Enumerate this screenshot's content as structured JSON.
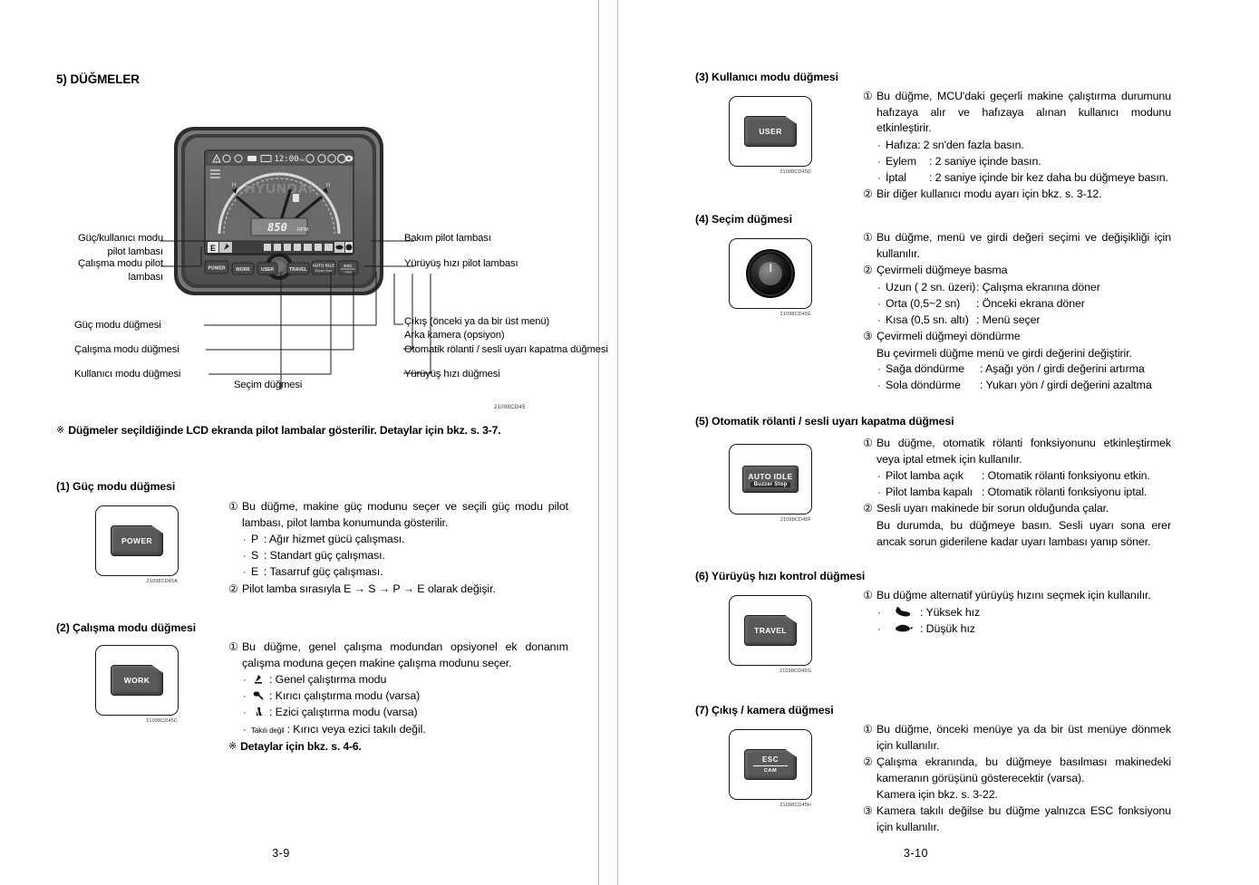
{
  "document": {
    "type": "operator-manual-spread",
    "language": "Turkish"
  },
  "left_page": {
    "page_number": "3-9",
    "section_title": "5) DÜĞMELER",
    "figure": {
      "code": "21098CD45",
      "monitor": {
        "brand": "HYUNDAI",
        "clock": "12:00",
        "clock_suffix": "PM",
        "rpm_value": "850",
        "rpm_unit": "RPM",
        "power_mode_letter": "E"
      },
      "panel_buttons": [
        "POWER",
        "WORK",
        "USER",
        "TRAVEL",
        "AUTO IDLE",
        "ESC"
      ],
      "callouts_left": [
        {
          "line1": "Güç/kullanıcı modu",
          "line2": "pilot lambası"
        },
        {
          "line1": "Çalışma modu pilot",
          "line2": "lambası"
        },
        {
          "line1": "Güç modu düğmesi",
          "line2": ""
        },
        {
          "line1": "Çalışma modu düğmesi",
          "line2": ""
        },
        {
          "line1": "Kullanıcı modu düğmesi",
          "line2": ""
        }
      ],
      "callout_bottom": "Seçim düğmesi",
      "callouts_right": [
        {
          "line1": "Bakım pilot lambası",
          "line2": ""
        },
        {
          "line1": "Yürüyüş hızı pilot lambası",
          "line2": ""
        },
        {
          "line1": "Çıkış (önceki ya da bir üst menü)",
          "line2": "Arka kamera (opsiyon)"
        },
        {
          "line1": "Otomatik rölanti / sesli uyarı kapatma düğmesi",
          "line2": ""
        },
        {
          "line1": "Yürüyüş hızı düğmesi",
          "line2": ""
        }
      ]
    },
    "note": "Düğmeler seçildiğinde LCD ekranda pilot lambalar gösterilir. Detaylar için bkz. s. 3-7.",
    "sections": [
      {
        "heading": "(1) Güç modu düğmesi",
        "button_label": "POWER",
        "figure_code": "21098CD45A",
        "items": [
          {
            "num": "①",
            "text": "Bu düğme, makine güç modunu seçer ve seçili güç modu pilot lambası, pilot lamba konumunda gösterilir.",
            "subitems": [
              {
                "label": "P",
                "text": ": Ağır hizmet gücü çalışması."
              },
              {
                "label": "S",
                "text": ": Standart güç çalışması."
              },
              {
                "label": "E",
                "text": ": Tasarruf güç çalışması."
              }
            ]
          },
          {
            "num": "②",
            "text": "Pilot lamba sırasıyla E → S → P → E olarak değişir.",
            "subitems": []
          }
        ]
      },
      {
        "heading": "(2) Çalışma modu düğmesi",
        "button_label": "WORK",
        "figure_code": "21098CD45C",
        "items": [
          {
            "num": "①",
            "text": "Bu düğme, genel çalışma modundan opsiyonel ek donanım çalışma moduna geçen makine çalışma modunu seçer.",
            "subitems": [
              {
                "icon": "bucket-icon",
                "text": ": Genel çalıştırma modu"
              },
              {
                "icon": "breaker-icon",
                "text": ": Kırıcı çalıştırma modu (varsa)"
              },
              {
                "icon": "crusher-icon",
                "text": ": Ezici çalıştırma modu (varsa)"
              },
              {
                "label": "Takılı değil",
                "text": ": Kırıcı veya ezici takılı değil."
              }
            ]
          }
        ],
        "footnote": "Detaylar için bkz. s. 4-6."
      }
    ]
  },
  "right_page": {
    "page_number": "3-10",
    "sections": [
      {
        "heading": "(3) Kullanıcı modu düğmesi",
        "button_label": "USER",
        "figure_code": "21098CD45D",
        "items": [
          {
            "num": "①",
            "text": "Bu düğme, MCU'daki geçerli makine çalıştırma durumunu hafızaya alır ve hafızaya alınan kullanıcı modunu etkinleştirir.",
            "subitems": [
              {
                "label": "Hafıza:",
                "text": "2 sn'den fazla basın."
              },
              {
                "label": "Eylem",
                "text": ": 2 saniye içinde basın."
              },
              {
                "label": "İptal",
                "text": ": 2 saniye içinde bir kez daha bu düğmeye basın."
              }
            ]
          },
          {
            "num": "②",
            "text": "Bir diğer kullanıcı modu ayarı için bkz. s. 3-12.",
            "subitems": []
          }
        ]
      },
      {
        "heading": "(4) Seçim düğmesi",
        "button_label": "",
        "figure_code": "21098CD45E",
        "items": [
          {
            "num": "①",
            "text": "Bu düğme, menü ve girdi değeri seçimi ve değişikliği için kullanılır.",
            "subitems": []
          },
          {
            "num": "②",
            "text": "Çevirmeli düğmeye basma",
            "subitems": [
              {
                "label": "Uzun ( 2 sn. üzeri)",
                "text": ": Çalışma ekranına döner"
              },
              {
                "label": "Orta (0,5~2 sn)",
                "text": ": Önceki ekrana döner"
              },
              {
                "label": "Kısa (0,5 sn. altı)",
                "text": ": Menü seçer"
              }
            ]
          },
          {
            "num": "③",
            "text": "Çevirmeli düğmeyi döndürme",
            "subtext": "Bu çevirmeli düğme menü ve girdi değerini değiştirir.",
            "subitems": [
              {
                "label": "Sağa döndürme",
                "text": ": Aşağı yön / girdi değerini artırma"
              },
              {
                "label": "Sola döndürme",
                "text": ": Yukarı yön / girdi değerini azaltma"
              }
            ]
          }
        ]
      },
      {
        "heading": "(5) Otomatik rölanti / sesli uyarı kapatma düğmesi",
        "button_label": "AUTO IDLE",
        "button_sublabel": "Buzzer Stop",
        "figure_code": "21098CD45F",
        "items": [
          {
            "num": "①",
            "text": "Bu düğme, otomatik rölanti fonksiyonunu etkinleştirmek veya iptal etmek için kullanılır.",
            "subitems": [
              {
                "label": "Pilot lamba açık",
                "text": ": Otomatik rölanti fonksiyonu etkin."
              },
              {
                "label": "Pilot lamba kapalı",
                "text": ": Otomatik rölanti fonksiyonu iptal."
              }
            ]
          },
          {
            "num": "②",
            "text": "Sesli uyarı makinede bir sorun olduğunda çalar.",
            "subtext": "Bu durumda, bu düğmeye basın. Sesli uyarı sona erer ancak sorun giderilene kadar uyarı lambası yanıp söner.",
            "subitems": []
          }
        ]
      },
      {
        "heading": "(6) Yürüyüş hızı kontrol düğmesi",
        "button_label": "TRAVEL",
        "figure_code": "21098CD45G",
        "items": [
          {
            "num": "①",
            "text": "Bu düğme alternatif yürüyüş hızını seçmek için kullanılır.",
            "subitems": [
              {
                "icon": "rabbit-icon",
                "text": ": Yüksek hız"
              },
              {
                "icon": "turtle-icon",
                "text": ": Düşük hız"
              }
            ]
          }
        ]
      },
      {
        "heading": "(7) Çıkış / kamera düğmesi",
        "button_label": "ESC",
        "button_sublabel": "CAM",
        "figure_code": "21098CD45H",
        "items": [
          {
            "num": "①",
            "text": "Bu düğme, önceki menüye ya da bir üst menüye dönmek için kullanılır.",
            "subitems": []
          },
          {
            "num": "②",
            "text": "Çalışma ekranında, bu düğmeye basılması makinedeki kameranın görüşünü gösterecektir (varsa).",
            "subtext": "Kamera için bkz. s. 3-22.",
            "subitems": []
          },
          {
            "num": "③",
            "text": "Kamera takılı değilse bu düğme yalnızca ESC fonksiyonu için kullanılır.",
            "subitems": []
          }
        ]
      }
    ]
  }
}
